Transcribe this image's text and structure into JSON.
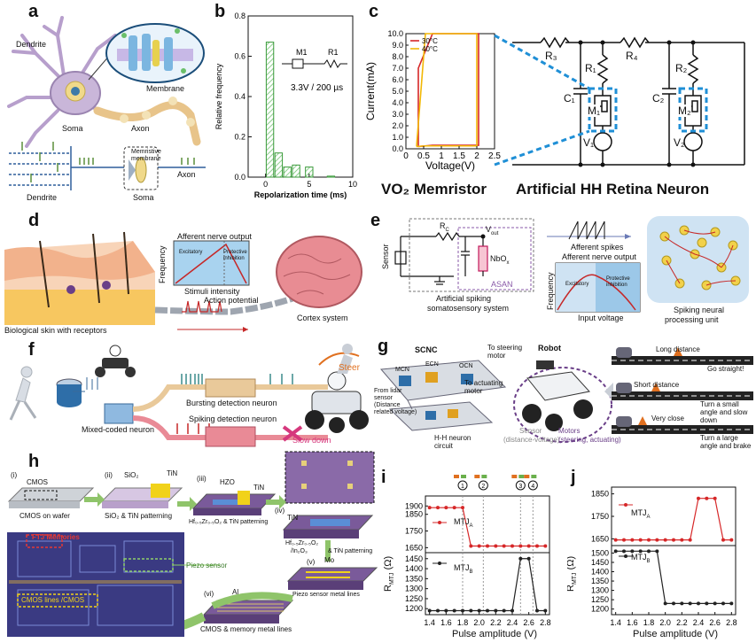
{
  "panel_letters": {
    "a": "a",
    "b": "b",
    "c": "c",
    "d": "d",
    "e": "e",
    "f": "f",
    "g": "g",
    "h": "h",
    "i": "i",
    "j": "j"
  },
  "panel_a": {
    "dendrite": "Dendrite",
    "membrane": "Membrane",
    "soma": "Soma",
    "axon": "Axon",
    "memristive": "Memristive membrane",
    "soma2": "Soma",
    "dendrite2": "Dendrite",
    "axon2": "Axon",
    "colors": {
      "neuron": "#c9b6d9",
      "axon": "#e8c48a",
      "arrows": "#5a8f3a",
      "soma": "#f0d98a"
    }
  },
  "panel_c": {
    "vo2_title": "VO₂ Memristor",
    "hh_title": "Artificial HH Retina Neuron",
    "r3": "R₃",
    "r4": "R₄",
    "r1": "R₁",
    "r2": "R₂",
    "c1": "C₁",
    "c2": "C₂",
    "m1": "M₁",
    "m2": "M₂",
    "v1": "V₁",
    "v2": "V₂",
    "colors": {
      "c30": "#d62728",
      "c40": "#f2b705",
      "box": "#1f8fd6"
    }
  },
  "panel_d": {
    "afferent": "Afferent nerve output",
    "frequency": "Frequency",
    "excitatory": "Excitatory",
    "protective": "Protective inhibition",
    "stimuli": "Stimuli intensity",
    "action": "Action potential",
    "skin": "Biological skin with receptors",
    "cortex": "Cortex system",
    "colors": {
      "skin": "#f2b28c",
      "brain": "#e88c93",
      "graph_bg": "#a9d3ef"
    }
  },
  "panel_e": {
    "sensor": "Sensor",
    "rc": "R",
    "rc_sub": "C",
    "vout": "V",
    "vout_sub": "out",
    "nbox": "NbO",
    "nbox_sub": "x",
    "asan": "ASAN",
    "system_line1": "Artificial spiking",
    "system_line2": "somatosensory system",
    "afferent_spikes": "Afferent spikes",
    "afferent_output": "Afferent nerve output",
    "frequency": "Frequency",
    "excitatory": "Excitatory",
    "protective": "Protective inhibition",
    "input_voltage": "Input voltage",
    "spiking_line1": "Spiking neural",
    "spiking_line2": "processing unit",
    "colors": {
      "graph_bg": "#9cc8e8",
      "unit_bg": "#cfe3f3",
      "dots": "#f2d14a"
    }
  },
  "panel_f": {
    "mixed": "Mixed-coded neuron",
    "bursting": "Bursting detection neuron",
    "spiking": "Spiking detection neuron",
    "steer": "Steer",
    "slow": "Slow down",
    "colors": {
      "bursting": "#e9c99a",
      "spiking": "#e98a96",
      "mixed": "#8fb9e0",
      "slow": "#d6387d",
      "steer": "#e07020"
    }
  },
  "panel_g": {
    "scnc": "SCNC",
    "robot": "Robot",
    "mcn": "MCN",
    "ecn": "ECN",
    "ocn": "OCN",
    "steering": "To steering motor",
    "actuating": "To actuating motor",
    "lidar": "From lidar sensor (Distance related voltage)",
    "hh": "H-H neuron circuit",
    "sensor": "Sensor",
    "sensor_sub": "(distance-voltage)",
    "motors": "Motors",
    "motors_sub": "(steering, actuating)",
    "rows": [
      {
        "dist": "Long distance",
        "action": "Go straight!"
      },
      {
        "dist": "Short distance",
        "action": "Turn a small angle and slow down"
      },
      {
        "dist": "Very close",
        "action": "Turn a large angle and brake"
      }
    ]
  },
  "panel_h": {
    "s1": "(i)",
    "s1_label": "CMOS",
    "s1_caption": "CMOS on wafer",
    "s2": "(ii)",
    "s2_sio2": "SiO₂",
    "s2_tin": "TiN",
    "s2_caption": "SiO₂ & TiN patterning",
    "s3": "(iii)",
    "s3_hzo": "HZO",
    "s3_tin": "TiN",
    "s3_caption": "Hf₀.₅Zr₀.₅O₂ & TiN patterning",
    "s4": "(iv)",
    "s4_tin": "TiN",
    "s4_caption1": "Hf₀.₅Zr₀.₅O₂",
    "s4_caption2": "/In₂O₃",
    "s4_caption3": "& TiN patterning",
    "s5": "(v)",
    "s5_mo": "Mo",
    "s5_caption": "Piezo sensor metal lines",
    "s6": "(vi)",
    "s6_al": "Al",
    "s6_caption": "CMOS & memory metal lines",
    "ftj": "FTJ Memories",
    "piezo": "Piezo sensor",
    "cmos_lines": "CMOS lines /CMOS"
  },
  "panel_i": {
    "series_a": "MTJ",
    "series_a_sub": "A",
    "series_b": "MTJ",
    "series_b_sub": "B",
    "ylabel": "R",
    "ylabel_sub": "MTJ",
    "ylabel_unit": " (Ω)",
    "xlabel": "Pulse amplitude (V)",
    "markers": [
      "1",
      "2",
      "3",
      "4"
    ]
  },
  "panel_j": {
    "series_a": "MTJ",
    "series_a_sub": "A",
    "series_b": "MTJ",
    "series_b_sub": "B",
    "ylabel": "R",
    "ylabel_sub": "MTJ",
    "ylabel_unit": " (Ω)",
    "xlabel": "Pulse amplitude (V)"
  },
  "chart_data": [
    {
      "id": "b",
      "type": "bar",
      "inset_labels": [
        "M1",
        "R1"
      ],
      "annotation": "3.3V / 200 µs",
      "xlabel": "Repolarization time (ms)",
      "ylabel": "Relative frequency",
      "xlim": [
        -2,
        10
      ],
      "ylim": [
        0,
        0.8
      ],
      "xticks": [
        0,
        5,
        10
      ],
      "yticks": [
        0.0,
        0.2,
        0.4,
        0.6,
        0.8
      ],
      "x": [
        0.5,
        1.5,
        2.5,
        3.5,
        5.0,
        7.5
      ],
      "values": [
        0.67,
        0.12,
        0.05,
        0.06,
        0.05,
        0.005
      ],
      "colors": {
        "bar_edge": "#3a9a3a",
        "hatch": "#6cc06c"
      }
    },
    {
      "id": "c",
      "type": "line",
      "xlabel": "Voltage(V)",
      "ylabel": "Current(mA)",
      "xlim": [
        0,
        2.5
      ],
      "ylim": [
        0,
        10.0
      ],
      "xticks": [
        0,
        0.5,
        1.0,
        1.5,
        2.0,
        2.5
      ],
      "yticks": [
        0,
        1.0,
        2.0,
        3.0,
        4.0,
        5.0,
        6.0,
        7.0,
        8.0,
        9.0,
        10.0
      ],
      "series": [
        {
          "name": "30°C",
          "color": "#d62728",
          "x": [
            0.35,
            0.75,
            2.05,
            2.05,
            0.75,
            0.35,
            0.35
          ],
          "y": [
            0.2,
            0.3,
            0.3,
            10.0,
            10.0,
            7.0,
            0.2
          ]
        },
        {
          "name": "40°C",
          "color": "#f2b705",
          "x": [
            0.3,
            0.55,
            2.0,
            2.0,
            0.55,
            0.3
          ],
          "y": [
            0.2,
            0.25,
            0.25,
            10.0,
            10.0,
            0.2
          ]
        }
      ]
    },
    {
      "id": "i",
      "type": "line",
      "xlabel": "Pulse amplitude (V)",
      "xticks": [
        1.4,
        1.6,
        1.8,
        2.0,
        2.2,
        2.4,
        2.6,
        2.8
      ],
      "subplots": [
        {
          "name": "MTJA",
          "color": "#d62728",
          "ylim": [
            1620,
            1960
          ],
          "yticks": [
            1650,
            1750,
            1850,
            1900
          ],
          "x": [
            1.4,
            1.5,
            1.6,
            1.7,
            1.8,
            1.9,
            2.0,
            2.1,
            2.2,
            2.3,
            2.4,
            2.5,
            2.6,
            2.7,
            2.8
          ],
          "y": [
            1890,
            1890,
            1890,
            1890,
            1890,
            1660,
            1660,
            1660,
            1660,
            1660,
            1660,
            1660,
            1660,
            1660,
            1660
          ]
        },
        {
          "name": "MTJB",
          "color": "#222222",
          "ylim": [
            1170,
            1480
          ],
          "yticks": [
            1200,
            1250,
            1300,
            1350,
            1400,
            1450
          ],
          "x": [
            1.4,
            1.5,
            1.6,
            1.7,
            1.8,
            1.9,
            2.0,
            2.1,
            2.2,
            2.3,
            2.4,
            2.5,
            2.6,
            2.7,
            2.8
          ],
          "y": [
            1190,
            1190,
            1190,
            1190,
            1190,
            1190,
            1190,
            1190,
            1190,
            1190,
            1190,
            1450,
            1450,
            1190,
            1190
          ]
        }
      ],
      "markers_x": [
        1.8,
        2.05,
        2.5,
        2.65
      ]
    },
    {
      "id": "j",
      "type": "line",
      "xlabel": "Pulse amplitude (V)",
      "xticks": [
        1.4,
        1.6,
        1.8,
        2.0,
        2.2,
        2.4,
        2.6,
        2.8
      ],
      "subplots": [
        {
          "name": "MTJA",
          "color": "#d62728",
          "ylim": [
            1620,
            1880
          ],
          "yticks": [
            1650,
            1750,
            1850
          ],
          "x": [
            1.4,
            1.5,
            1.6,
            1.7,
            1.8,
            1.9,
            2.0,
            2.1,
            2.2,
            2.3,
            2.4,
            2.5,
            2.6,
            2.7,
            2.8
          ],
          "y": [
            1645,
            1645,
            1645,
            1645,
            1645,
            1645,
            1645,
            1645,
            1645,
            1645,
            1830,
            1830,
            1830,
            1645,
            1645
          ]
        },
        {
          "name": "MTJB",
          "color": "#222222",
          "ylim": [
            1170,
            1540
          ],
          "yticks": [
            1200,
            1250,
            1300,
            1350,
            1400,
            1450,
            1500
          ],
          "x": [
            1.4,
            1.5,
            1.6,
            1.7,
            1.8,
            1.9,
            2.0,
            2.1,
            2.2,
            2.3,
            2.4,
            2.5,
            2.6,
            2.7,
            2.8
          ],
          "y": [
            1510,
            1510,
            1510,
            1510,
            1510,
            1510,
            1230,
            1230,
            1230,
            1230,
            1230,
            1230,
            1230,
            1230,
            1230
          ]
        }
      ]
    }
  ]
}
